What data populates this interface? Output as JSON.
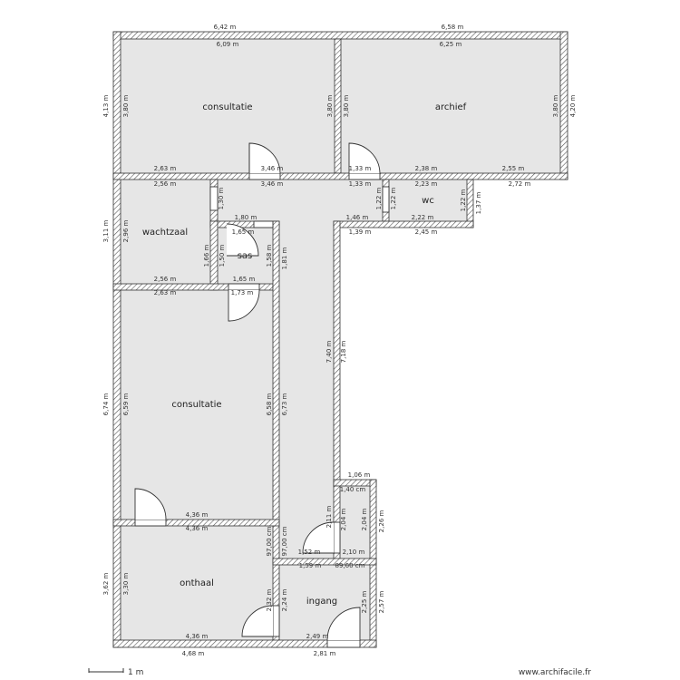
{
  "rooms": {
    "consultatie_top": "consultatie",
    "archief": "archief",
    "wachtzaal": "wachtzaal",
    "sas": "sas",
    "wc": "wc",
    "consultatie_mid": "consultatie",
    "onthaal": "onthaal",
    "ingang": "ingang"
  },
  "dimensions": {
    "top_outer_left": "6,42 m",
    "top_inner_left": "6,09 m",
    "top_outer_right": "6,58 m",
    "top_inner_right": "6,25 m",
    "left_outer_consult": "4,13 m",
    "left_inner_consult": "3,80 m",
    "consult_right_inner": "3,80 m",
    "archief_left_inner": "3,80 m",
    "archief_right_inner": "3,80 m",
    "right_outer_archief": "4,20 m",
    "consult_bottom_a": "2,63 m",
    "consult_bottom_b": "3,46 m",
    "archief_bottom_a": "1,33 m",
    "archief_bottom_b": "2,38 m",
    "archief_bottom_c": "2,55 m",
    "wacht_top": "2,56 m",
    "hall_top": "3,46 m",
    "hall_top_b": "1,33 m",
    "wc_top": "2,23 m",
    "right_outer_b": "2,72 m",
    "wacht_left_outer": "3,11 m",
    "wacht_left_inner": "2,96 m",
    "wall_130": "1,30 m",
    "wc_left_a": "1,22 m",
    "wc_left_b": "1,22 m",
    "wc_right_a": "1,22 m",
    "wc_right_b": "1,37 m",
    "sas_top_outer": "1,80 m",
    "sas_top_inner": "1,65 m",
    "hall_146": "1,46 m",
    "hall_139": "1,39 m",
    "wc_bottom_inner": "2,22 m",
    "wc_bottom_outer": "2,45 m",
    "sas_left_a": "1,66 m",
    "sas_left_b": "1,50 m",
    "sas_right_a": "1,58 m",
    "sas_right_b": "1,81 m",
    "wacht_bottom_inner": "2,56 m",
    "sas_bottom_inner": "1,65 m",
    "cm_top_a": "2,63 m",
    "cm_top_b": "1,73 m",
    "corridor_right_a": "7,40 m",
    "corridor_right_b": "7,18 m",
    "cm_left_outer": "6,74 m",
    "cm_left_inner": "6,59 m",
    "cm_right_inner": "6,58 m",
    "cm_right_outer": "6,73 m",
    "ing_top_outer": "1,06 m",
    "ing_top_inner": "1,40 cm",
    "small_left_a": "2,11 m",
    "small_left_b": "2,04 m",
    "small_right_a": "2,04 m",
    "small_right_b": "2,26 m",
    "cm_bottom": "4,36 m",
    "onthaal_top": "4,36 m",
    "wall_97_a": "97,00 cm",
    "wall_97_b": "97,00 cm",
    "hall_152": "1,52 m",
    "small_bottom": "2,10 m",
    "hall_159": "1,59 m",
    "small_bottom_cm": "89,60 cm",
    "onthaal_left_outer": "3,62 m",
    "onthaal_left_inner": "3,30 m",
    "onthaal_right_a": "2,32 m",
    "onthaal_right_b": "2,24 m",
    "ingang_right_a": "2,25 m",
    "ingang_right_b": "2,57 m",
    "onthaal_bottom_inner": "4,36 m",
    "onthaal_bottom_outer": "4,68 m",
    "ingang_bottom_inner": "2,49 m",
    "ingang_bottom_outer": "2,81 m"
  },
  "footer": {
    "scale_label": "1 m",
    "watermark": "www.archifacile.fr"
  }
}
